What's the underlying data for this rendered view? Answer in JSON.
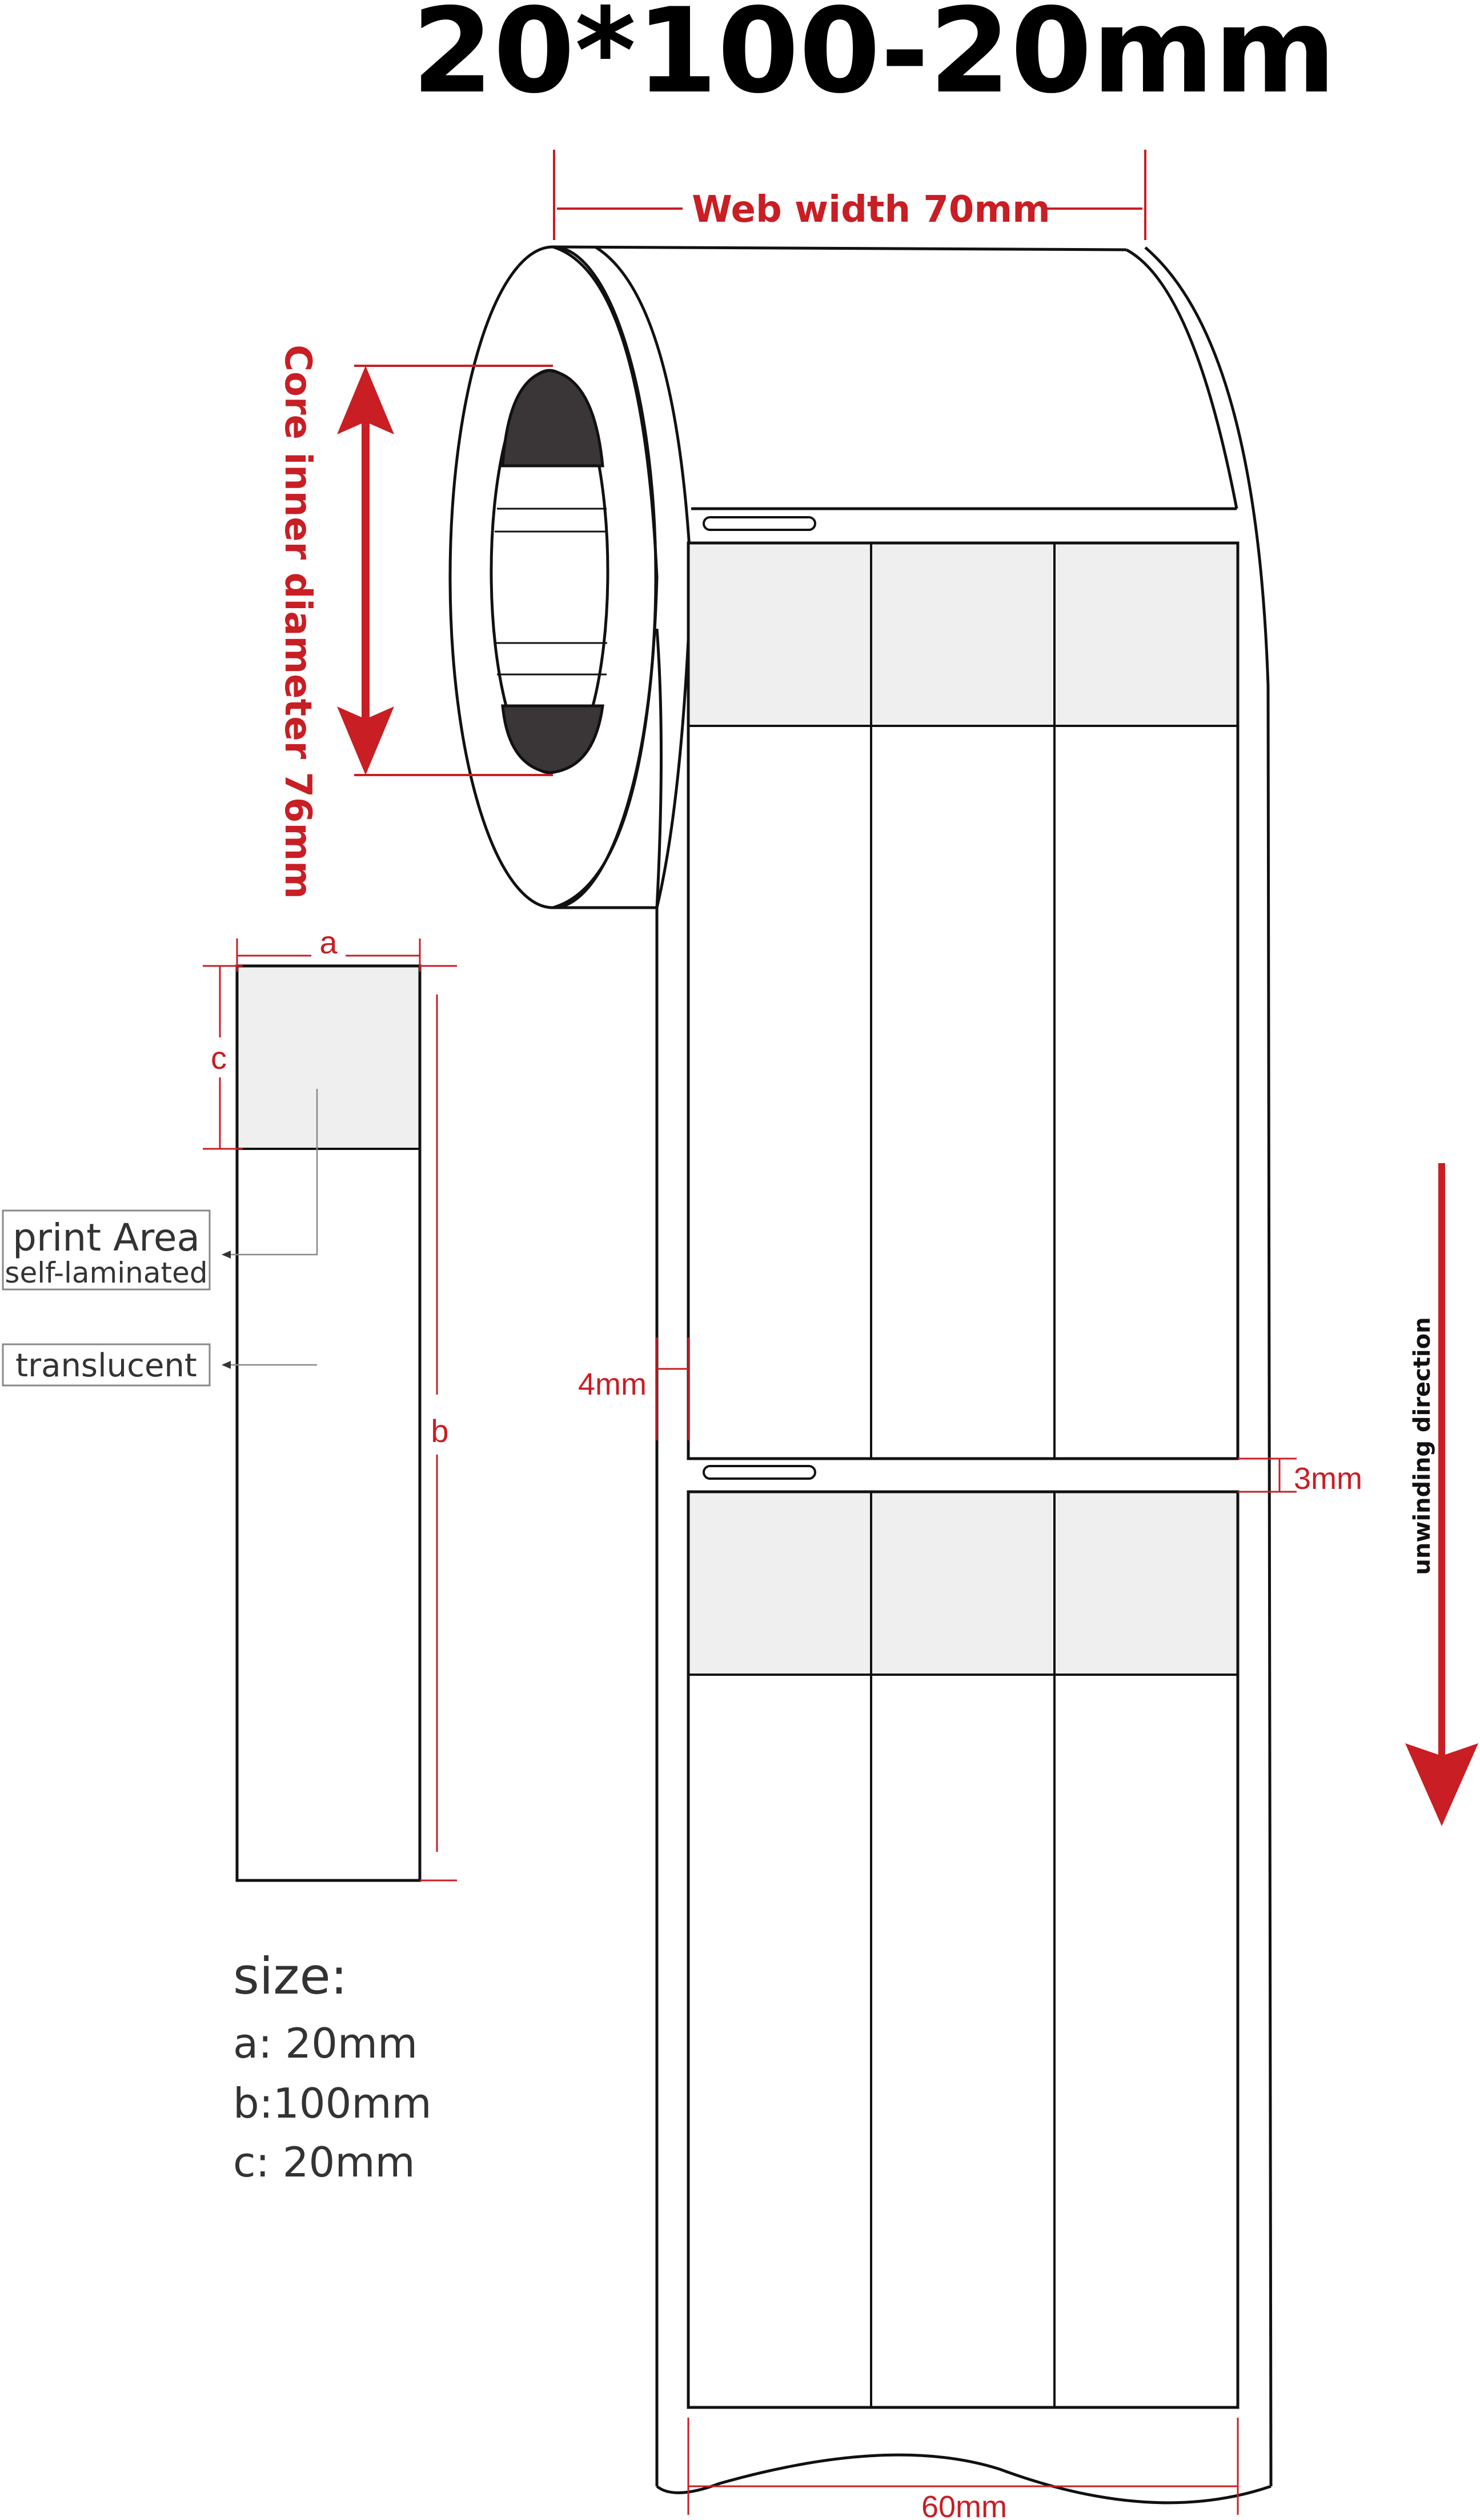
{
  "title": "20*100-20mm",
  "dimensions": {
    "web_width": "Web width 70mm",
    "core_inner_diameter": "Core inner diameter 76mm",
    "left_margin": "4mm",
    "gap": "3mm",
    "liner_width": "60mm",
    "unwinding": "unwinding direction"
  },
  "single_label": {
    "a": "a",
    "b": "b",
    "c": "c"
  },
  "callouts": {
    "print_area": "print Area",
    "self_laminated": "self-laminated",
    "translucent": "translucent"
  },
  "size": {
    "heading": "size:",
    "a": "a: 20mm",
    "b": "b:100mm",
    "c": "c: 20mm"
  },
  "colors": {
    "accent_red": "#c81e24",
    "print_area_fill": "#efefef",
    "core_dark": "#3a3536",
    "outline": "#111111"
  }
}
